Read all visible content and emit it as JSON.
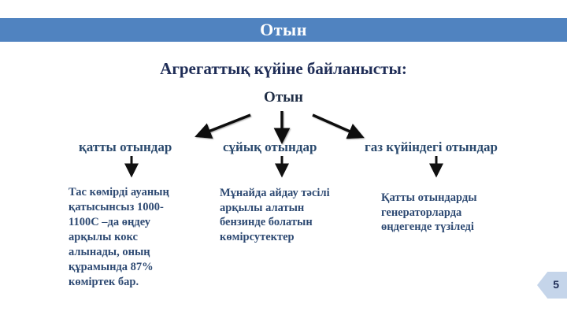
{
  "header": {
    "title": "Отын",
    "bar_color": "#5083c0"
  },
  "main": {
    "subtitle": "Агрегаттық күйіне байланысты:",
    "root": "Отын",
    "categories": [
      {
        "label": "қатты отындар",
        "description": "Тас көмірді ауаның қатысынсыз 1000-1100С –да өңдеу арқылы кокс алынады, оның құрамында 87% көміртек бар.",
        "description_lines": [
          "Тас көмірді ауаның",
          "қатысынсыз 1000-",
          "1100С –да өңдеу",
          "арқылы кокс",
          "алынады, оның",
          "құрамында 87%",
          "көміртек бар."
        ]
      },
      {
        "label": "сұйық отындар",
        "description": "Мұнайда айдау тәсілі арқылы алатын бензинде болатын көмірсутектер",
        "description_lines": [
          "Мұнайда айдау тәсілі",
          "арқылы алатын",
          "бензинде болатын",
          "көмірсутектер"
        ]
      },
      {
        "label": "газ күйіндегі отындар",
        "description": "Қатты отындарды генераторларда өңдегенде түзіледі",
        "description_lines": [
          "Қатты отындарды",
          "генераторларда",
          "өңдегенде түзіледі"
        ]
      }
    ]
  },
  "footer": {
    "page_number": "5",
    "badge_color": "#c5d5ea"
  }
}
